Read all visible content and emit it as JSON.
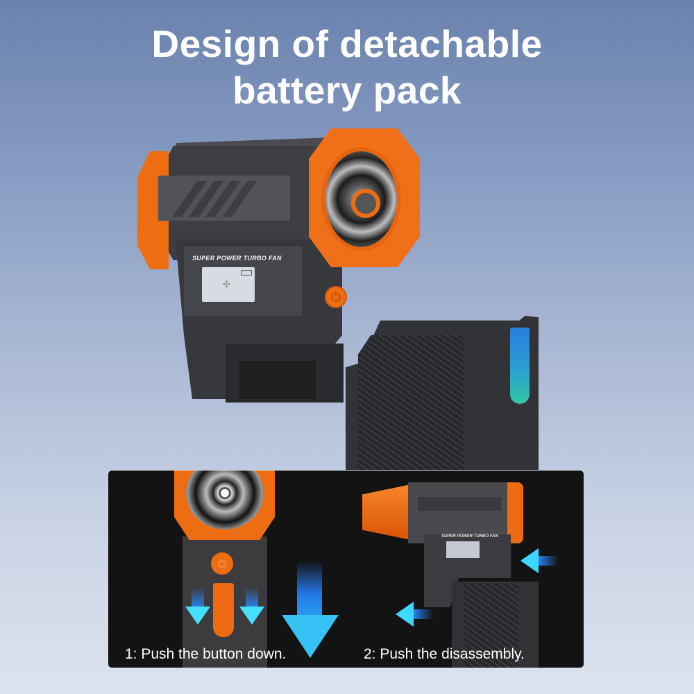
{
  "title": {
    "line1": "Design of detachable",
    "line2": "battery pack"
  },
  "product": {
    "brand_label": "SUPER POWER TURBO FAN",
    "power_icon": "⏻",
    "fan_icon": "✣"
  },
  "instructions": {
    "step1": "1: Push the button down.",
    "step2": "2: Push the disassembly."
  },
  "colors": {
    "accent_orange": "#ef6d12",
    "arrow_blue": "#2a9df0",
    "arrow_cyan": "#46e0ff",
    "body_dark": "#3d3e42",
    "panel_bg": "#131313",
    "latch_blue": "#2a7fe0",
    "latch_teal": "#34c7a6"
  }
}
